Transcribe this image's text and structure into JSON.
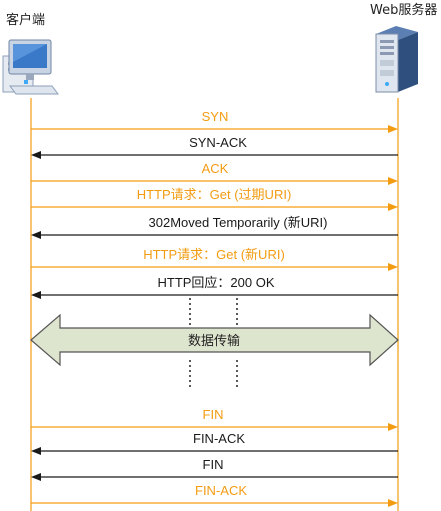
{
  "endpoints": {
    "client_label": "客户端",
    "server_label": "Web服务器"
  },
  "colors": {
    "request": "#f39c12",
    "response": "#1a1a1a",
    "band_fill": "#dde5cf",
    "band_stroke": "#555555"
  },
  "messages": [
    {
      "label": "SYN",
      "direction": "to_server",
      "color": "request"
    },
    {
      "label": "SYN-ACK",
      "direction": "to_client",
      "color": "response"
    },
    {
      "label": "ACK",
      "direction": "to_server",
      "color": "request"
    },
    {
      "label": "HTTP请求：Get (过期URI)",
      "direction": "to_server",
      "color": "request"
    },
    {
      "label": "302Moved Temporarily (新URI)",
      "direction": "to_client",
      "color": "response"
    },
    {
      "label": "HTTP请求：Get (新URI)",
      "direction": "to_server",
      "color": "request"
    },
    {
      "label": "HTTP回应：200 OK",
      "direction": "to_client",
      "color": "response"
    },
    {
      "label": "FIN",
      "direction": "to_server",
      "color": "request"
    },
    {
      "label": "FIN-ACK",
      "direction": "to_client",
      "color": "response"
    },
    {
      "label": "FIN",
      "direction": "to_client",
      "color": "response"
    },
    {
      "label": "FIN-ACK",
      "direction": "to_server",
      "color": "request"
    }
  ],
  "data_transfer": {
    "label": "数据传输"
  }
}
